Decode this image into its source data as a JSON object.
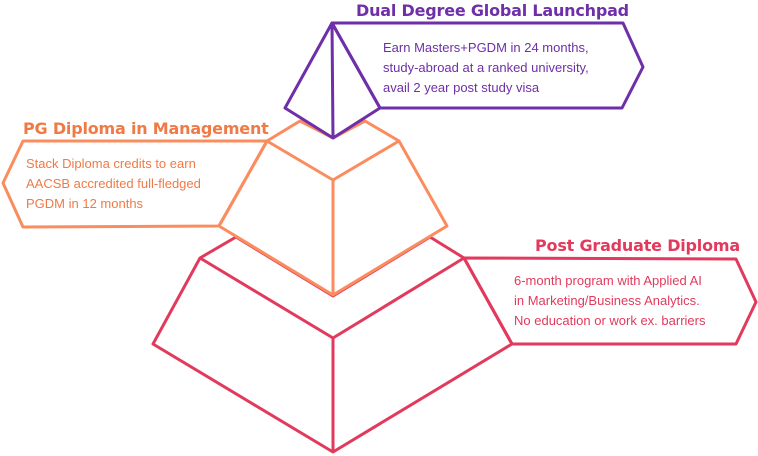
{
  "colors": {
    "top_tier": "#6e2fa8",
    "middle_tier": "#fb8c5e",
    "bottom_tier": "#e23a5c",
    "middle_text": "#f07a45"
  },
  "tiers": [
    {
      "id": "top",
      "title": "Dual Degree Global Launchpad",
      "description_lines": [
        "Earn Masters+PGDM in 24 months,",
        "study-abroad at a ranked university,",
        "avail 2 year post study visa"
      ]
    },
    {
      "id": "middle",
      "title": "PG Diploma in Management",
      "description_lines": [
        "Stack Diploma credits to earn",
        "AACSB accredited full-fledged",
        "PGDM in 12 months"
      ]
    },
    {
      "id": "bottom",
      "title": "Post Graduate Diploma",
      "description_lines": [
        "6-month program with Applied AI",
        "in Marketing/Business Analytics.",
        "No education or work ex. barriers"
      ]
    }
  ]
}
